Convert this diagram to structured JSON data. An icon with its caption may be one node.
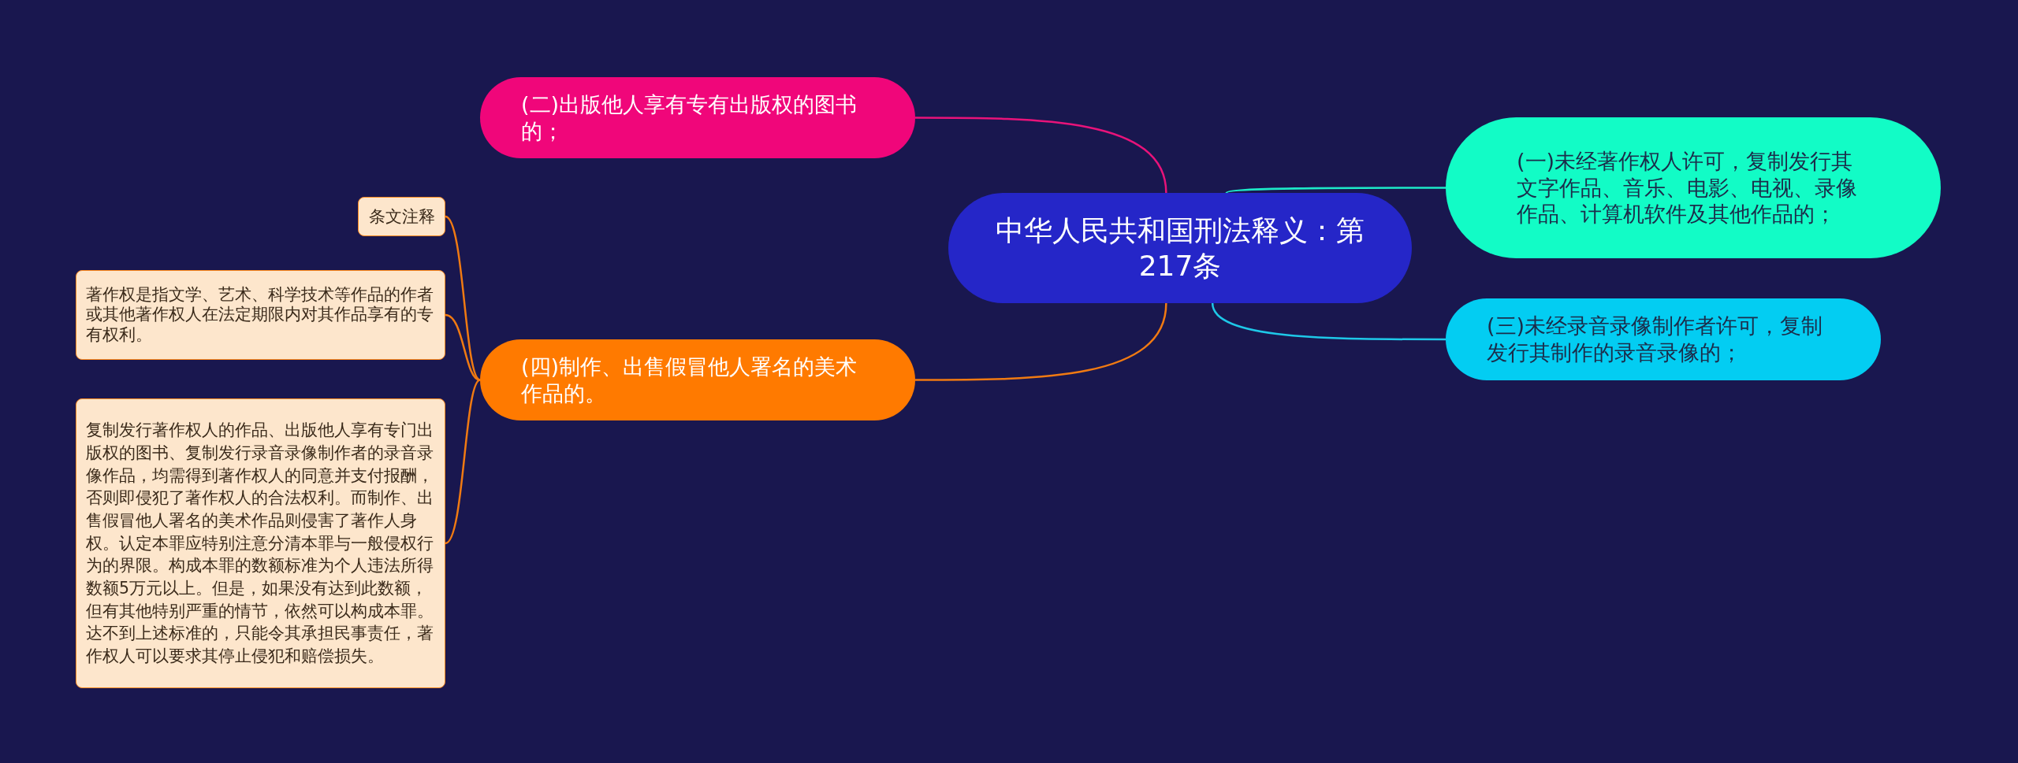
{
  "diagram": {
    "nodes": [
      {
        "text": [
          "中华人民共和国刑法释义：第217条"
        ]
      },
      {
        "text": [
          "(二)出版他人享有专有出版权的图书的；"
        ]
      },
      {
        "text": [
          "(一)未经著作权人许可，复制发行其文字作品、音乐、电影、电视、录像作品、计算机软件及其他作品的；"
        ]
      },
      {
        "text": [
          "(三)未经录音录像制作者许可，复制发行其制作的录音录像的；"
        ]
      },
      {
        "text": [
          "(四)制作、出售假冒他人署名的美术作品的。"
        ]
      },
      {
        "text": [
          "条文注释"
        ]
      },
      {
        "text": [
          "著作权是指文学、艺术、科学技术等作品的作者或其他著作权人在法定期限内对其作品享有的专有权利。"
        ]
      },
      {
        "text": [
          "复制发行著作权人的作品、出版他人享有专门出版权的图书、复制发行录音录像制作者的录音录像作品，均需得到著作权人的同意并支付报酬，否则即侵犯了著作权人的合法权利。而制作、出售假冒他人署名的美术作品则侵害了著作人身权。认定本罪应特别注意分清本罪与一般侵权行为的界限。构成本罪的数额标准为个人违法所得数额5万元以上。但是，如果没有达到此数额，但有其他特别严重的情节，依然可以构成本罪。达不到上述标准的，只能令其承担民事责任，著作权人可以要求其停止侵犯和赔偿损失。"
        ]
      }
    ],
    "edges": [
      {
        "from": 0,
        "to": 1,
        "arrow": "none",
        "color": "#e8137a"
      },
      {
        "from": 0,
        "to": 2,
        "arrow": "none",
        "color": "#1de9c8"
      },
      {
        "from": 0,
        "to": 3,
        "arrow": "none",
        "color": "#1ec8e8"
      },
      {
        "from": 0,
        "to": 4,
        "arrow": "none"
      },
      {
        "from": 4,
        "to": 5,
        "arrow": "none"
      },
      {
        "from": 4,
        "to": 6,
        "arrow": "none"
      },
      {
        "from": 4,
        "to": 7,
        "arrow": "none"
      }
    ]
  }
}
